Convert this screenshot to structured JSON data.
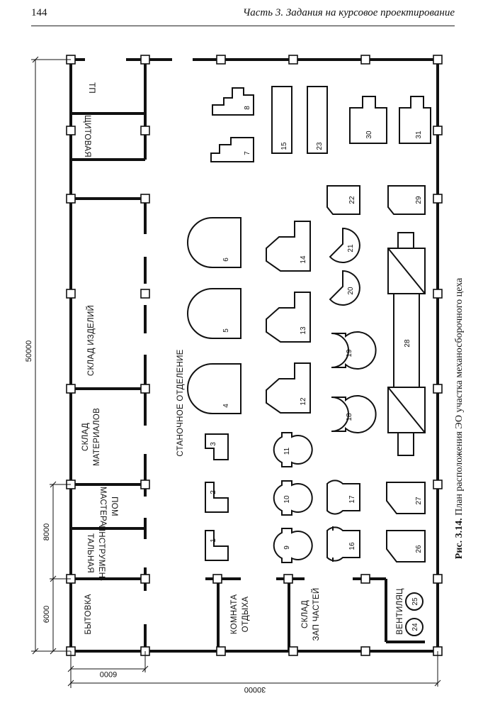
{
  "header": {
    "page_number": "144",
    "title": "Часть 3. Задания на курсовое проектирование"
  },
  "caption": {
    "prefix": "Рис. 3.14.",
    "text": " План расположения ЭО участка механосборочного цеха"
  },
  "dimensions": {
    "total_length": "50000",
    "segment_8000": "8000",
    "segment_6000_left": "6000",
    "span_6000_bottom": "6000",
    "total_width": "30000"
  },
  "rooms": {
    "tp": "ТП",
    "shchitovaya": "ЩИТОВАЯ",
    "sklad_izdeliy": "СКЛАД ИЗДЕЛИЙ",
    "sklad_line1": "СКЛАД",
    "sklad_line2": "МАТЕРИАЛОВ",
    "pom_line1": "ПОМ",
    "pom_line2": "МАСТЕРА",
    "instr_line1": "ИНСТРУМЕН-",
    "instr_line2": "ТАЛЬНАЯ",
    "bytovka": "БЫТОВКА",
    "komnata_line1": "КОМНАТА",
    "komnata_line2": "ОТДЫХА",
    "zap_line1": "СКЛАД",
    "zap_line2": "ЗАП ЧАСТЕЙ",
    "ventil": "ВЕНТИЛЯЦ",
    "stanochnoe": "СТАНОЧНОЕ ОТДЕЛЕНИЕ"
  },
  "equipment": [
    "1",
    "2",
    "3",
    "4",
    "5",
    "6",
    "7",
    "8",
    "9",
    "10",
    "11",
    "12",
    "13",
    "14",
    "15",
    "16",
    "17",
    "18",
    "19",
    "20",
    "21",
    "22",
    "23",
    "24",
    "25",
    "26",
    "27",
    "28",
    "29",
    "30",
    "31"
  ]
}
